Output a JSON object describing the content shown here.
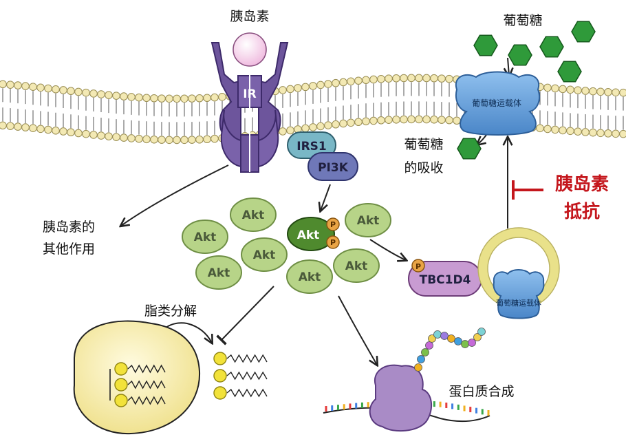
{
  "labels": {
    "insulin": "胰岛素",
    "ir": "IR",
    "irs1": "IRS1",
    "pi3k": "PI3K",
    "akt": "Akt",
    "phospho": "P",
    "tbc1d4": "TBC1D4",
    "glucose": "葡萄糖",
    "transporter": "葡萄糖运载体",
    "glucose_uptake_line1": "葡萄糖",
    "glucose_uptake_line2": "的吸收",
    "resistance_line1": "胰岛素",
    "resistance_line2": "抵抗",
    "other_effects_line1": "胰岛素的",
    "other_effects_line2": "其他作用",
    "lipolysis": "脂类分解",
    "protein_synthesis": "蛋白质合成"
  },
  "colors": {
    "membrane_head": "#f3e9b4",
    "receptor": "#6d559c",
    "insulin_ball": "#f7d7ee",
    "irs1": "#79b7c6",
    "pi3k": "#6f78b8",
    "akt": "#b7d488",
    "akt_active": "#4f8a2e",
    "phospho": "#e9a445",
    "tbc1d4": "#c89bd2",
    "transporter": "#5b9bd9",
    "glucose": "#2f9a3a",
    "vesicle": "#f6edaa",
    "fat_cell": "#f6efaa",
    "ribosome": "#a98bc6",
    "resistance": "#c4161c"
  }
}
